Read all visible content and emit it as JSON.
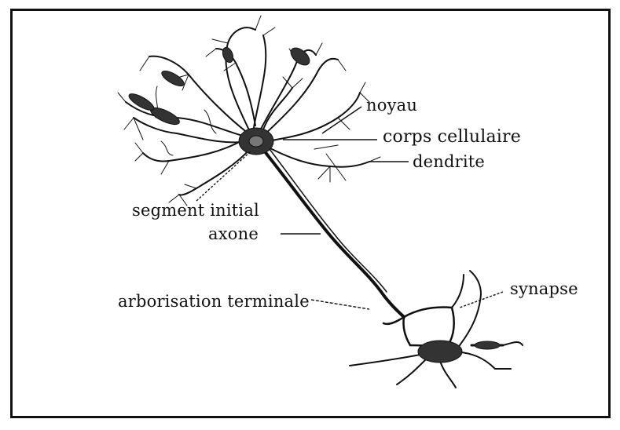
{
  "labels": {
    "noyau": "noyau",
    "corps_cellulaire": "corps cellulaire",
    "dendrite": "dendrite",
    "segment_initial": "segment initial",
    "axone": "axone",
    "arborisation_terminale": "arborisation terminale",
    "synapse": "synapse"
  }
}
